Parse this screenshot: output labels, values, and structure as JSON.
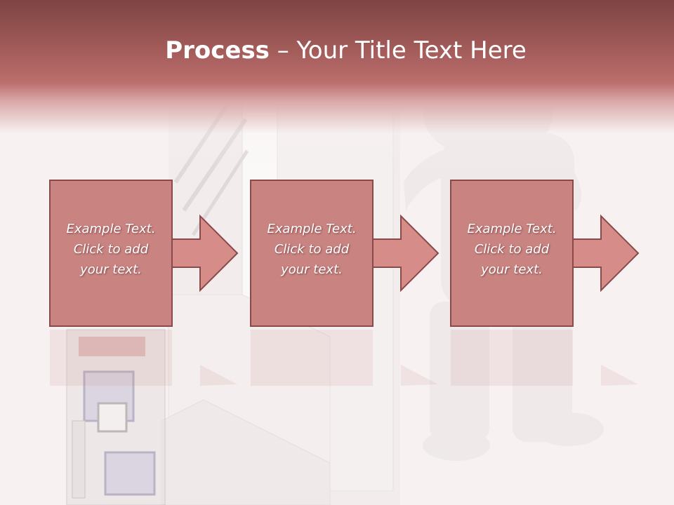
{
  "slide": {
    "title_bold": "Process",
    "title_rest": " – Your Title Text Here"
  },
  "steps": [
    {
      "line1": "Example Text.",
      "line2": "Click  to add",
      "line3": "your text."
    },
    {
      "line1": "Example Text.",
      "line2": "Click  to add",
      "line3": "your text."
    },
    {
      "line1": "Example Text.",
      "line2": "Click  to add",
      "line3": "your text."
    }
  ],
  "colors": {
    "header_dark": "#7e4444",
    "header_mid": "#bc6e6c",
    "box_fill": "#c98381",
    "box_border": "#8a4a49",
    "arrow_fill": "#d68c89"
  }
}
